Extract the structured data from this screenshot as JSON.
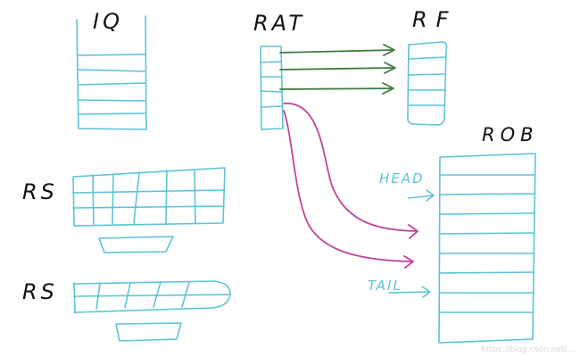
{
  "labels": {
    "iq": "IQ",
    "rat": "RAT",
    "rf": "RF",
    "rob": "ROB",
    "rs1": "RS",
    "rs2": "RS",
    "head": "HEAD",
    "tail": "TAIL"
  },
  "watermark": "https://blog.csdn.net/...",
  "colors": {
    "structure": "#5bc4d6",
    "rat_to_rf_arrow": "#3f7a3f",
    "rat_to_rob_arrow": "#c0449a",
    "text": "#111111"
  }
}
